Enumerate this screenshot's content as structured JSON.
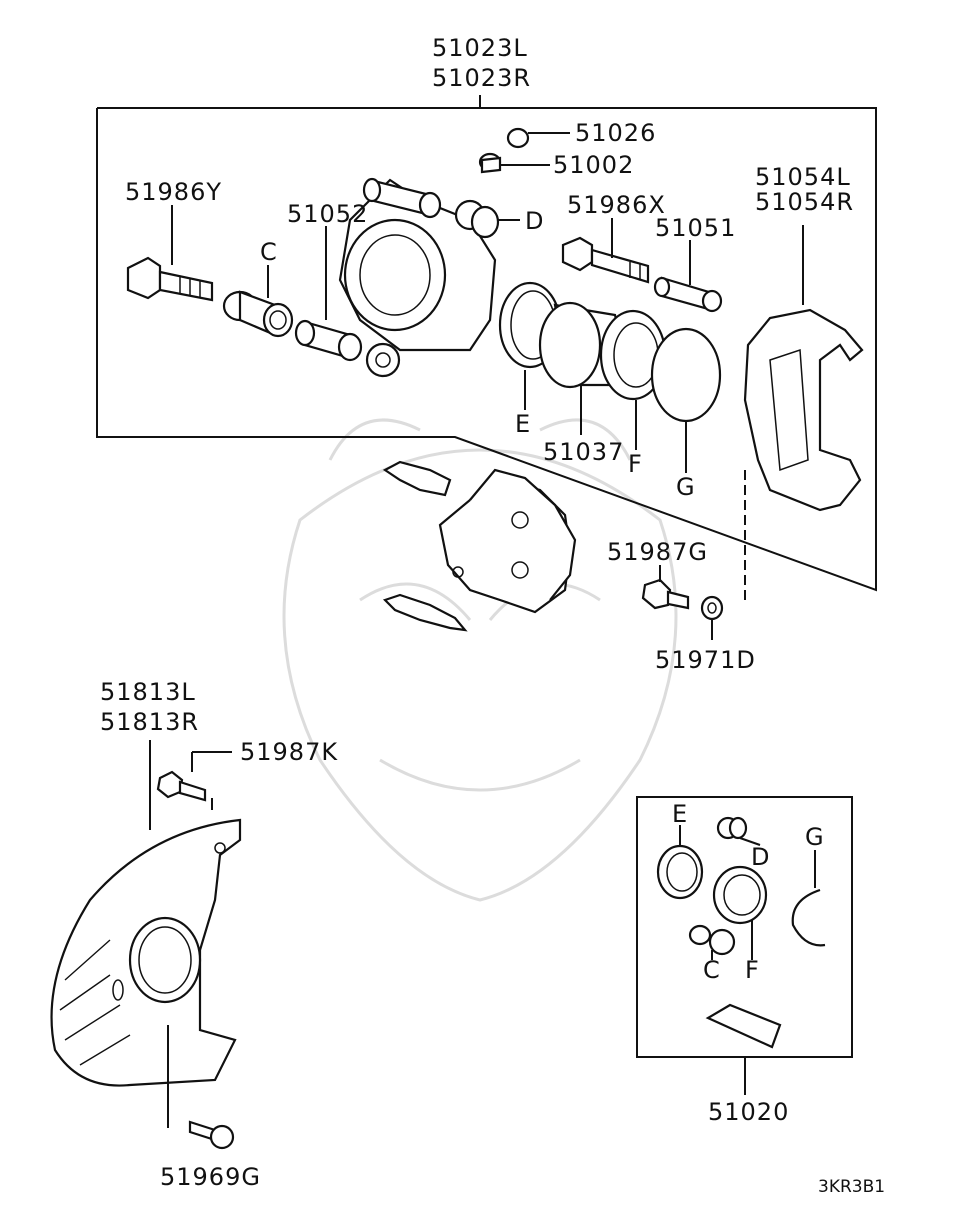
{
  "diagram_id": "3KR3B1",
  "labels": {
    "caliper_assy_l": "51023L",
    "caliper_assy_r": "51023R",
    "bleeder_cap": "51026",
    "bleeder_plug": "51002",
    "bolt_y": "51986Y",
    "cylinder": "51052",
    "c_top": "C",
    "d_top": "D",
    "bolt_x": "51986X",
    "pin": "51051",
    "mounting_l": "51054L",
    "mounting_r": "51054R",
    "e_top": "E",
    "piston": "51037",
    "f_top": "F",
    "g_top": "G",
    "bolt_g": "51987G",
    "washer_d": "51971D",
    "cover_l": "51813L",
    "cover_r": "51813R",
    "bolt_k": "51987K",
    "bolt_69g": "51969G",
    "kit_e": "E",
    "kit_d": "D",
    "kit_g": "G",
    "kit_c": "C",
    "kit_f": "F",
    "seal_kit": "51020"
  }
}
